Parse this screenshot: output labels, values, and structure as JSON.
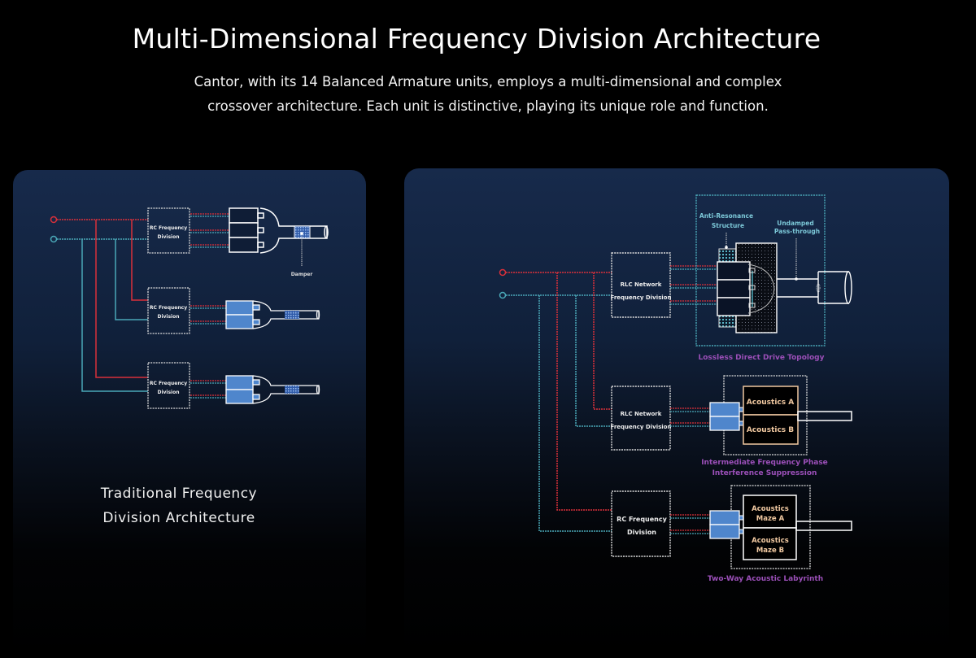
{
  "header": {
    "title": "Multi-Dimensional Frequency Division Architecture",
    "subtitle_line1": "Cantor, with its 14 Balanced Armature units, employs a multi-dimensional and complex",
    "subtitle_line2": "crossover architecture. Each unit is distinctive, playing its unique role and function."
  },
  "colors": {
    "background": "#000000",
    "card_top": "#172a4b",
    "signal_red": "#d9303a",
    "signal_teal": "#4aa8b8",
    "driver_blue": "#4f86cc",
    "topology_label_purple": "#9b4fb8",
    "acoustics_peach": "#f0c8a0"
  },
  "left_panel": {
    "caption_line1": "Traditional Frequency",
    "caption_line2": "Division Architecture",
    "crossovers": [
      {
        "line1": "RC Frequency",
        "line2": "Division",
        "drivers": 3
      },
      {
        "line1": "RC Frequency",
        "line2": "Division",
        "drivers": 2
      },
      {
        "line1": "RC Frequency",
        "line2": "Division",
        "drivers": 2
      }
    ],
    "damper_label": "Damper"
  },
  "right_panel": {
    "stages": [
      {
        "crossover_line1": "RLC Network",
        "crossover_line2": "Frequency Division",
        "topology_label": "Lossless Direct Drive Topology",
        "anti_resonance_line1": "Anti-Resonance",
        "anti_resonance_line2": "Structure",
        "undamped_line1": "Undamped",
        "undamped_line2": "Pass-through"
      },
      {
        "crossover_line1": "RLC Network",
        "crossover_line2": "Frequency Division",
        "acoustics_a": "Acoustics A",
        "acoustics_b": "Acoustics B",
        "topology_label_line1": "Intermediate Frequency Phase",
        "topology_label_line2": "Interference Suppression"
      },
      {
        "crossover_line1": "RC Frequency",
        "crossover_line2": "Division",
        "maze_a_line1": "Acoustics",
        "maze_a_line2": "Maze A",
        "maze_b_line1": "Acoustics",
        "maze_b_line2": "Maze B",
        "topology_label": "Two-Way Acoustic Labyrinth"
      }
    ]
  }
}
